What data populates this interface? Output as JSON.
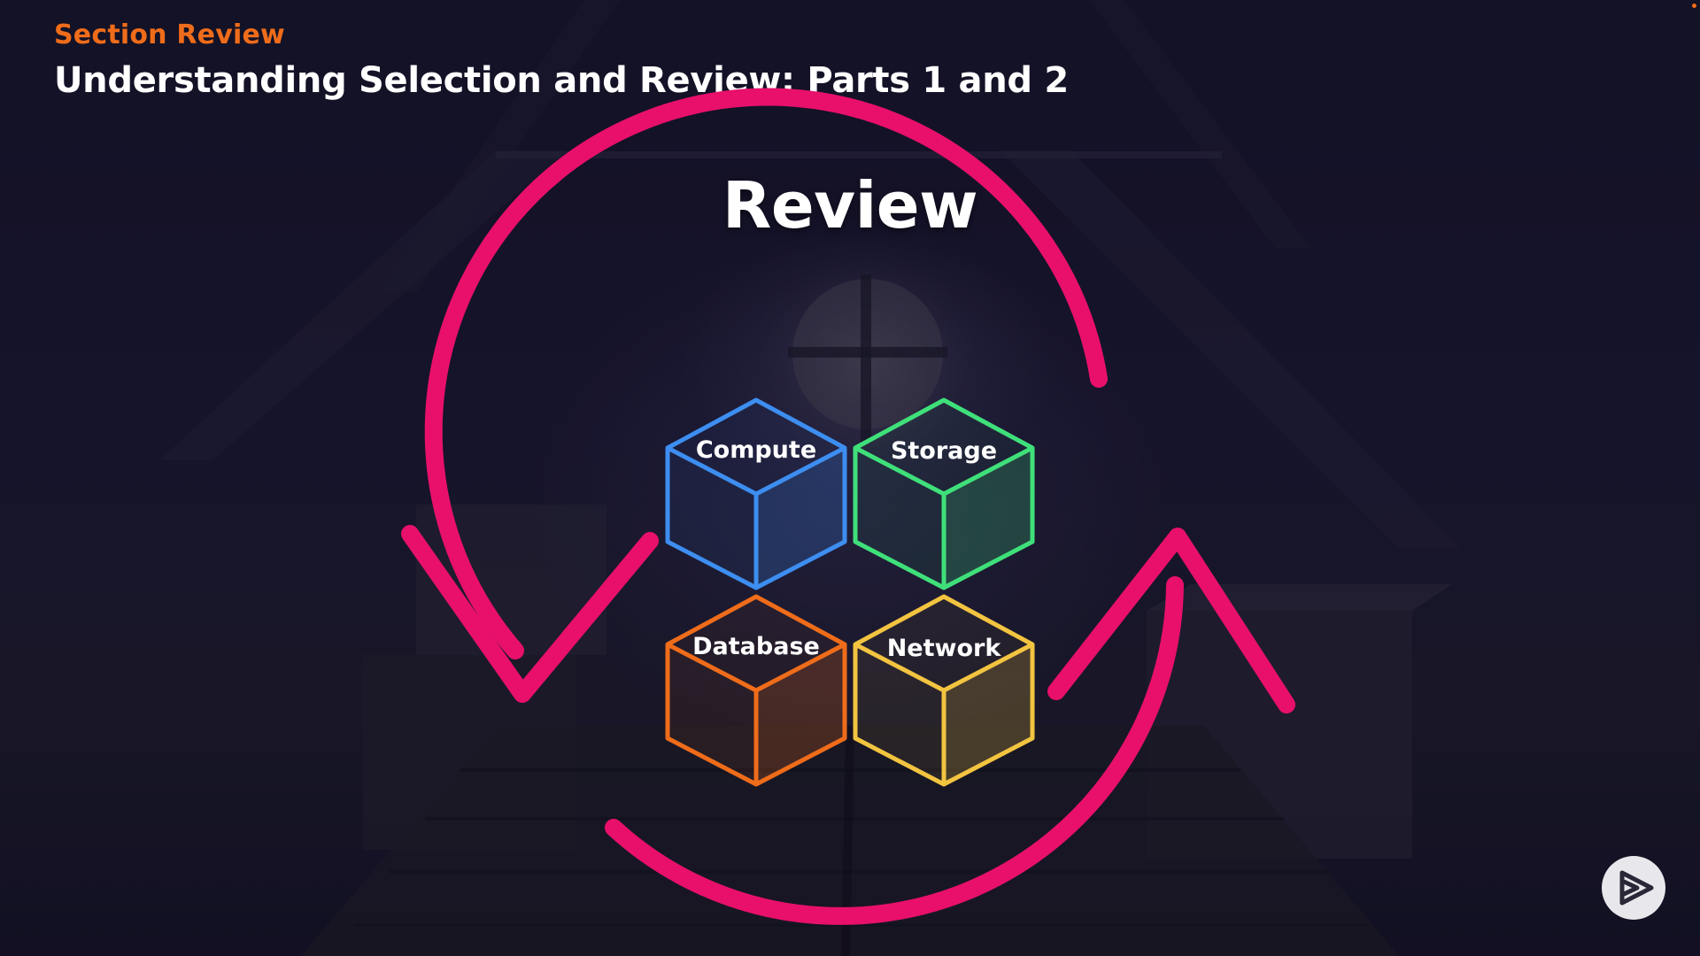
{
  "header": {
    "section_label": "Section Review",
    "title": "Understanding Selection and Review: Parts 1 and 2"
  },
  "main": {
    "heading": "Review",
    "cycle_icon": "circular-refresh-arrows-icon",
    "cubes": [
      {
        "label": "Compute",
        "icon": "cube-icon",
        "color": "#3d8ef0"
      },
      {
        "label": "Storage",
        "icon": "cube-icon",
        "color": "#3fe07a"
      },
      {
        "label": "Database",
        "icon": "cube-icon",
        "color": "#ef6c1a"
      },
      {
        "label": "Network",
        "icon": "cube-icon",
        "color": "#f2c440"
      }
    ]
  },
  "controls": {
    "play_icon": "play-logo-icon"
  },
  "colors": {
    "accent_orange": "#ef6c1a",
    "cycle_pink": "#e8106b",
    "background": "#16142b",
    "recording_dot": "#ef6c1a"
  }
}
